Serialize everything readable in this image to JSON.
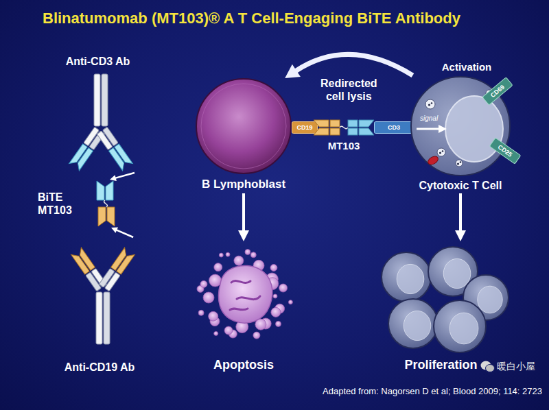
{
  "diagram": {
    "title": "Blinatumomab (MT103)® A T Cell-Engaging BiTE Antibody",
    "nodes": [
      {
        "text": [
          "Anti-CD3 Ab"
        ]
      },
      {
        "text": [
          "BiTE MT103"
        ]
      },
      {
        "text": [
          "Anti-CD19 Ab"
        ]
      },
      {
        "text": [
          "B Lymphoblast"
        ]
      },
      {
        "text": [
          "CD19"
        ]
      },
      {
        "text": [
          "MT103"
        ]
      },
      {
        "text": [
          "CD3"
        ]
      },
      {
        "text": [
          "Cytotoxic T Cell"
        ]
      },
      {
        "text": [
          "CD69"
        ]
      },
      {
        "text": [
          "CD25"
        ]
      },
      {
        "text": [
          "Apoptosis"
        ]
      },
      {
        "text": [
          "Proliferation"
        ]
      }
    ],
    "edges": [
      {
        "from": 0,
        "to": 1,
        "arrow": "to"
      },
      {
        "from": 2,
        "to": 1,
        "arrow": "to"
      },
      {
        "from": 7,
        "to": 3,
        "label": "Redirected cell lysis",
        "arrow": "to"
      },
      {
        "from": 3,
        "to": 10,
        "arrow": "to"
      },
      {
        "from": 7,
        "to": 11,
        "arrow": "to"
      }
    ],
    "labels": [
      "Activation",
      "signal",
      "Adapted from: Nagorsen D et al; Blood 2009; 114: 2723",
      "暖白小屋"
    ]
  }
}
